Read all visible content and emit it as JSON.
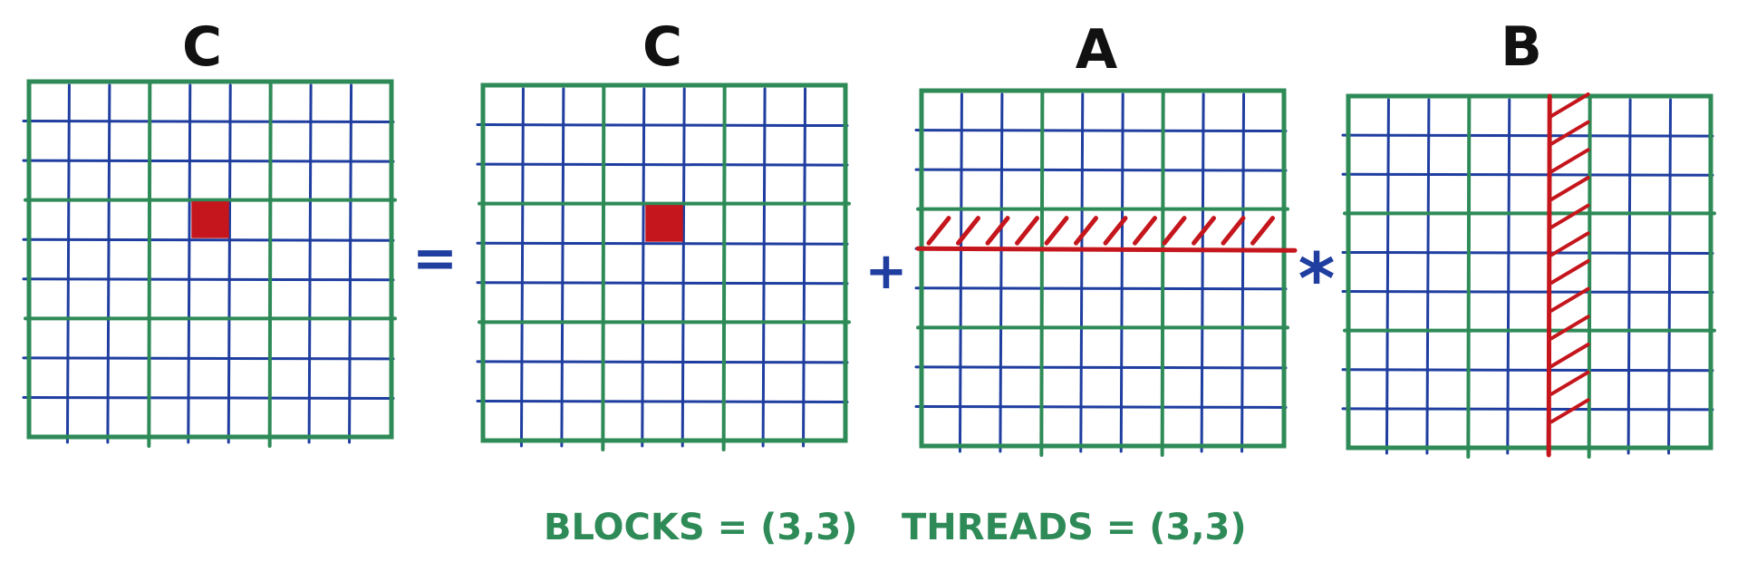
{
  "matrices": [
    {
      "id": "c-result",
      "label": "C",
      "highlight": "cell"
    },
    {
      "id": "c-accum",
      "label": "C",
      "highlight": "cell"
    },
    {
      "id": "a",
      "label": "A",
      "highlight": "row"
    },
    {
      "id": "b",
      "label": "B",
      "highlight": "column"
    }
  ],
  "operators": {
    "equals": "=",
    "plus": "+",
    "times": "*"
  },
  "grid": {
    "blocks_per_side": 3,
    "threads_per_block": 3
  },
  "caption": {
    "blocks": "BLOCKS = (3,3)",
    "threads": "THREADS = (3,3)"
  },
  "colors": {
    "block_lines": "#2e8b57",
    "thread_lines": "#1f3ea0",
    "highlight": "#c4161c",
    "label": "#111111",
    "caption": "#2e8b57"
  }
}
